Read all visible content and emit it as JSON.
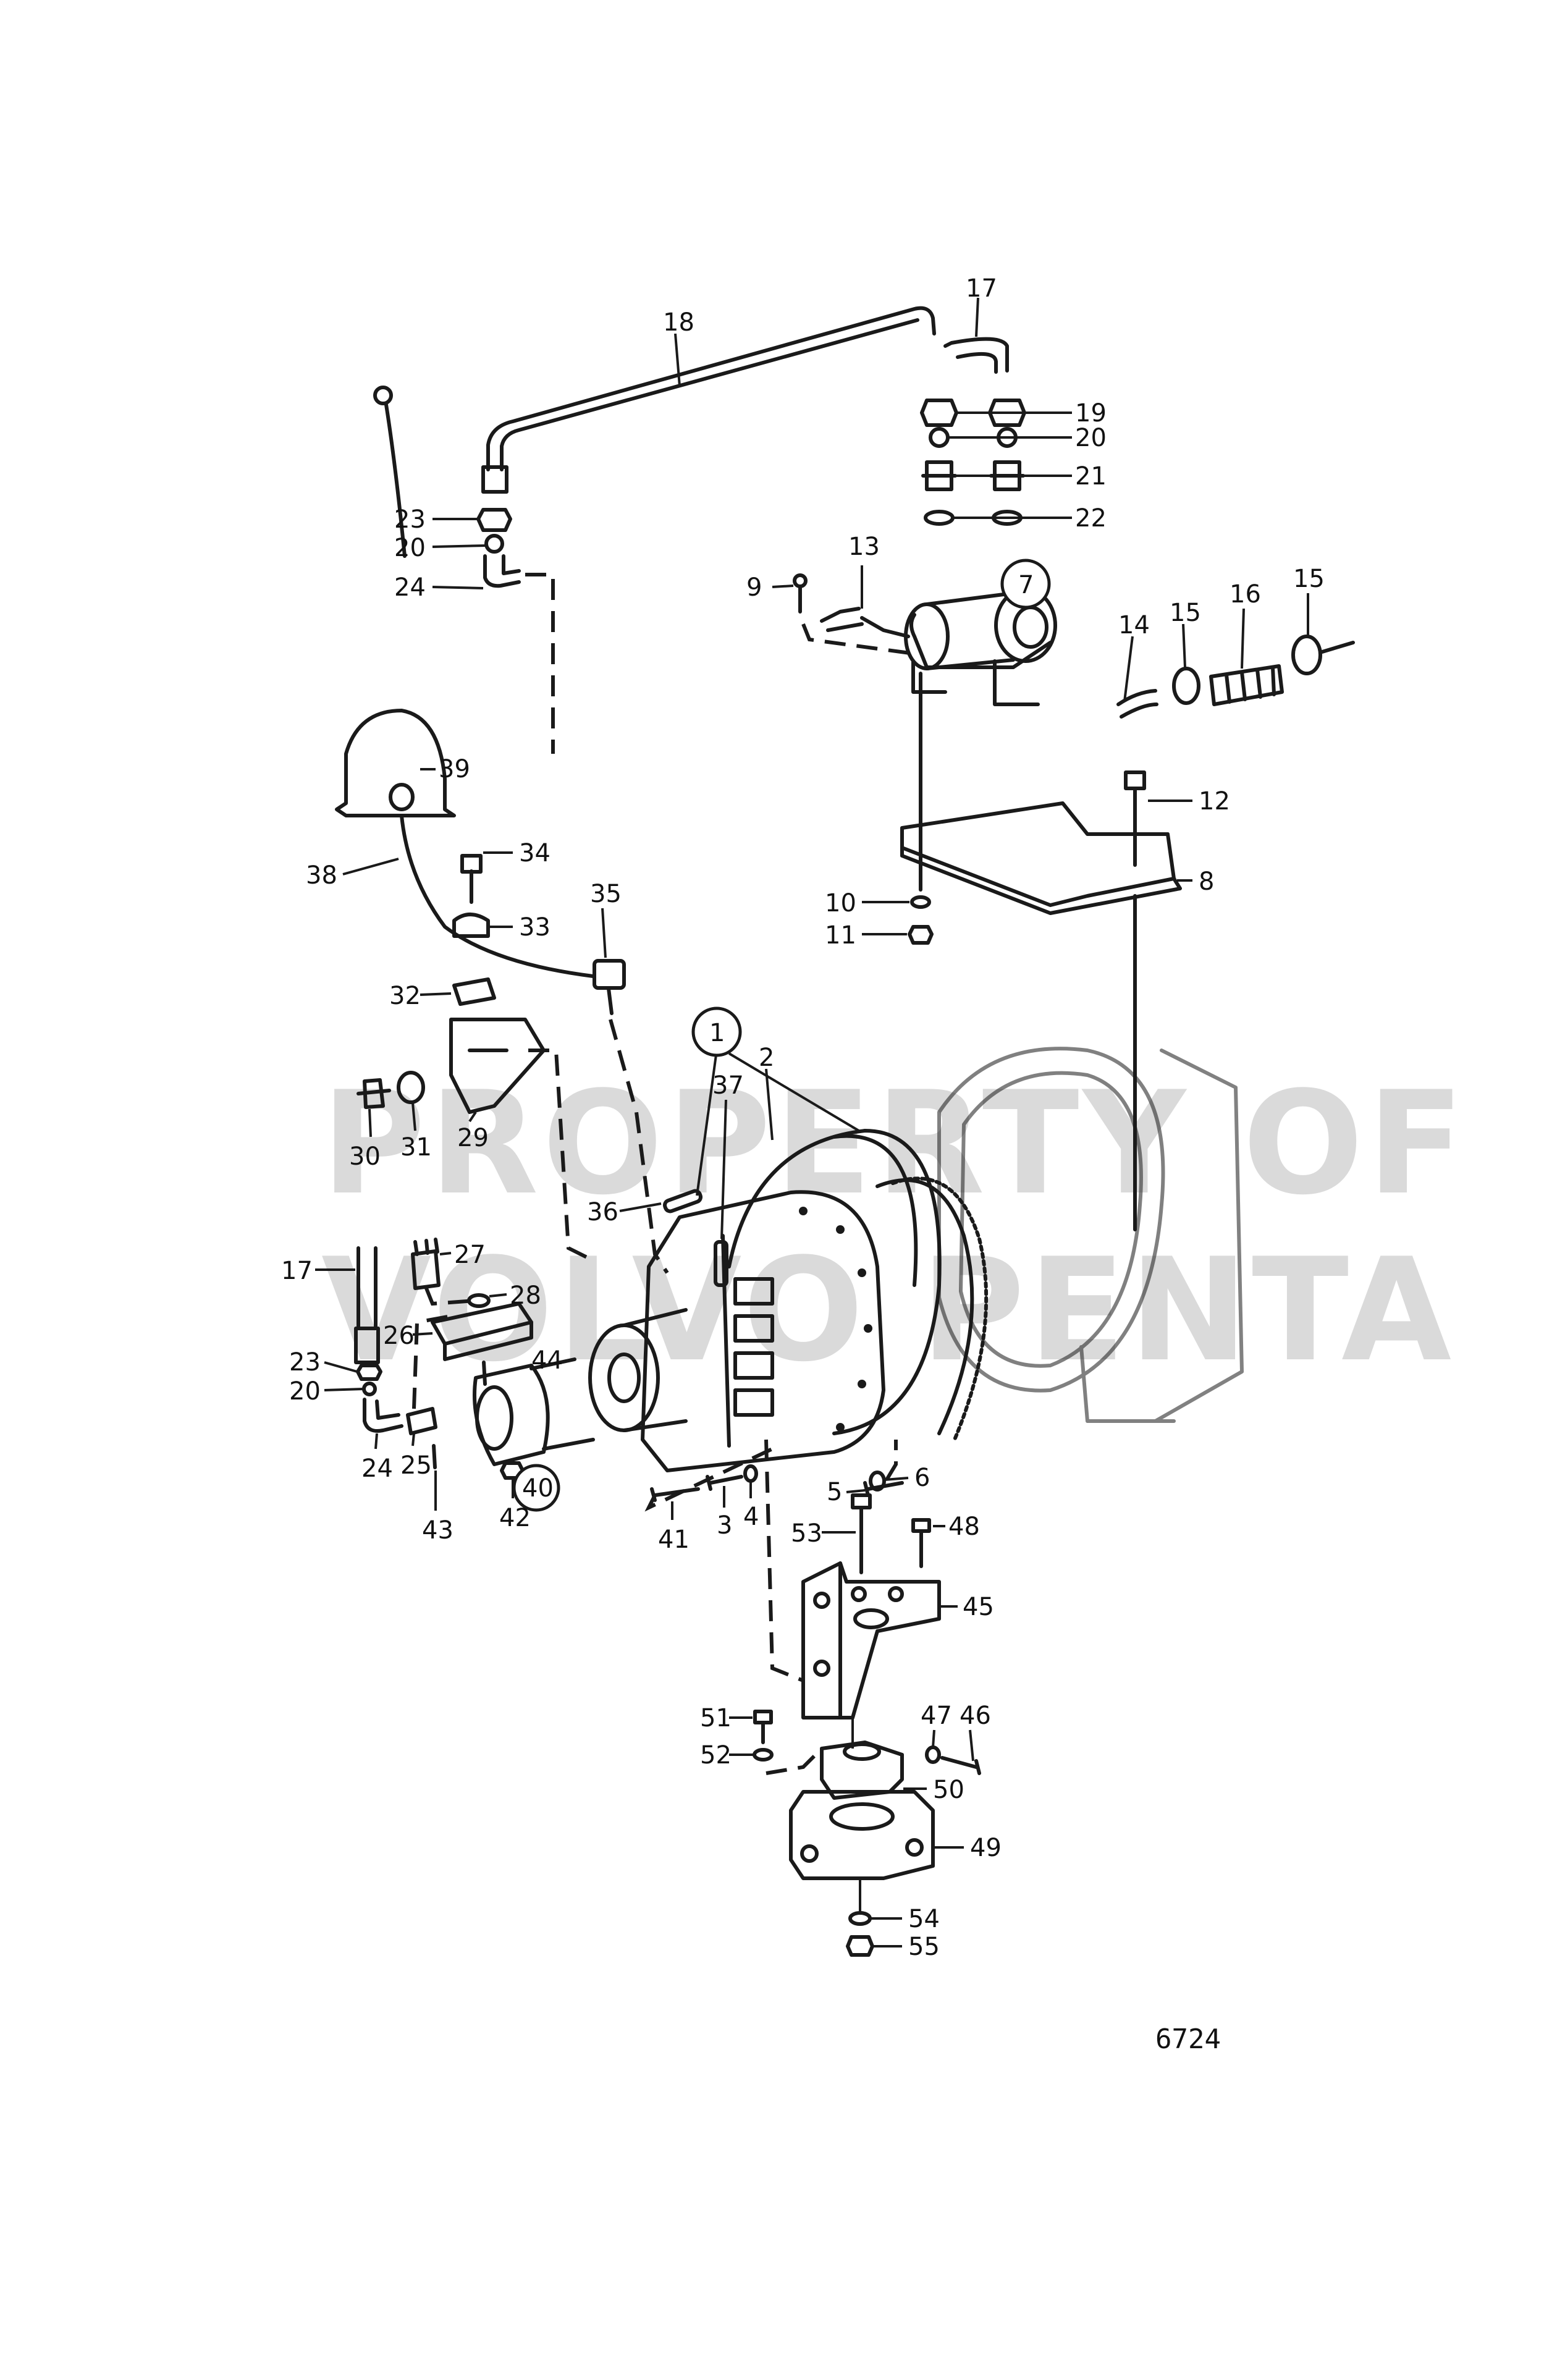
{
  "watermark": {
    "line1": "PROPERTY OF",
    "line2": "VOLVO PENTA"
  },
  "figure_ref": "6724",
  "callouts": {
    "c1": "1",
    "c2": "2",
    "c3": "3",
    "c4": "4",
    "c5": "5",
    "c6": "6",
    "c7": "7",
    "c8": "8",
    "c9": "9",
    "c10": "10",
    "c11": "11",
    "c12": "12",
    "c13": "13",
    "c14": "14",
    "c15a": "15",
    "c15b": "15",
    "c16": "16",
    "c17a": "17",
    "c17b": "17",
    "c18": "18",
    "c19": "19",
    "c20a": "20",
    "c20b": "20",
    "c20c": "20",
    "c21": "21",
    "c22": "22",
    "c23a": "23",
    "c23b": "23",
    "c24a": "24",
    "c24b": "24",
    "c25": "25",
    "c26": "26",
    "c27": "27",
    "c28": "28",
    "c29": "29",
    "c30": "30",
    "c31": "31",
    "c32": "32",
    "c33": "33",
    "c34": "34",
    "c35": "35",
    "c36": "36",
    "c37": "37",
    "c38": "38",
    "c39": "39",
    "c40": "40",
    "c41": "41",
    "c42": "42",
    "c43": "43",
    "c44": "44",
    "c45": "45",
    "c46": "46",
    "c47": "47",
    "c48": "48",
    "c49": "49",
    "c50": "50",
    "c51": "51",
    "c52": "52",
    "c53": "53",
    "c54": "54",
    "c55": "55"
  }
}
